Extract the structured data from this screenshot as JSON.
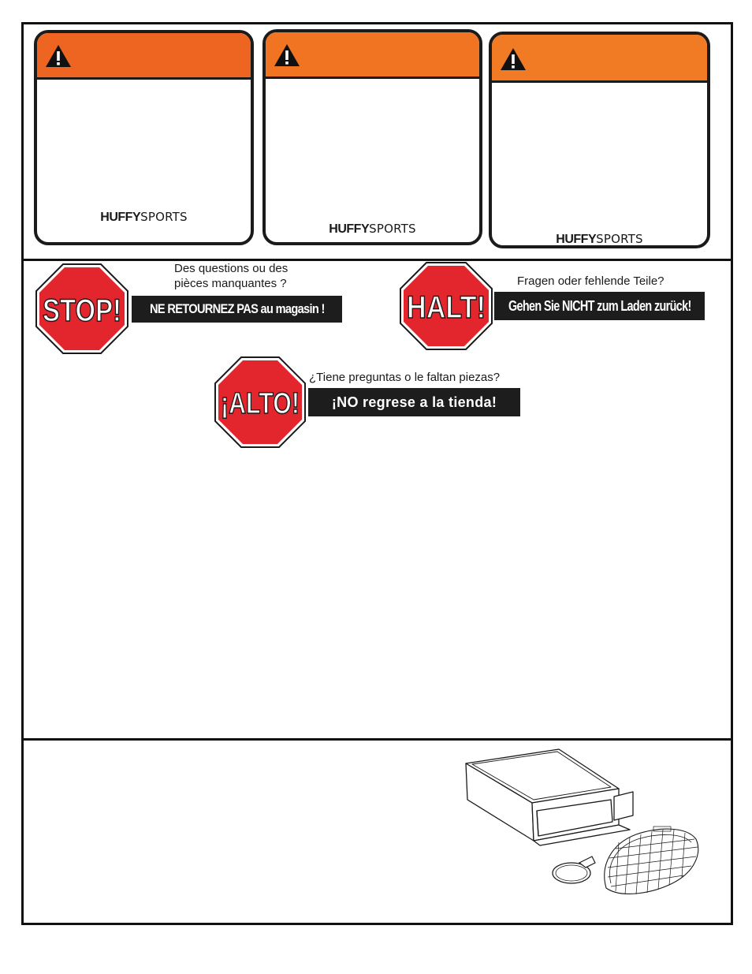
{
  "warning_cards": [
    {
      "logo_bold": "HUFFY",
      "logo_light": "SPORTS",
      "header_color": "#ee6421"
    },
    {
      "logo_bold": "HUFFY",
      "logo_light": "SPORTS",
      "header_color": "#f07422"
    },
    {
      "logo_bold": "HUFFY",
      "logo_light": "SPORTS",
      "header_color": "#f07b24"
    }
  ],
  "french": {
    "sign": "STOP!",
    "question": "Des questions ou des pièces manquantes ?",
    "question_line1": "Des questions ou des",
    "question_line2": "pièces manquantes ?",
    "banner": "NE RETOURNEZ PAS au magasin !"
  },
  "german": {
    "sign": "HALT!",
    "question": "Fragen oder fehlende Teile?",
    "banner": "Gehen Sie NICHT zum Laden zurück!"
  },
  "spanish": {
    "sign": "¡ALTO!",
    "question": "¿Tiene preguntas o le faltan piezas?",
    "banner": "¡NO regrese a la tienda!"
  },
  "colors": {
    "stop_red": "#e3262e",
    "border": "#111111",
    "banner_bg": "#1d1d1d"
  },
  "icons": {
    "warning": "exclamation-triangle-icon",
    "box": "open-box-illustration",
    "parts": "backboard-parts-illustration"
  }
}
